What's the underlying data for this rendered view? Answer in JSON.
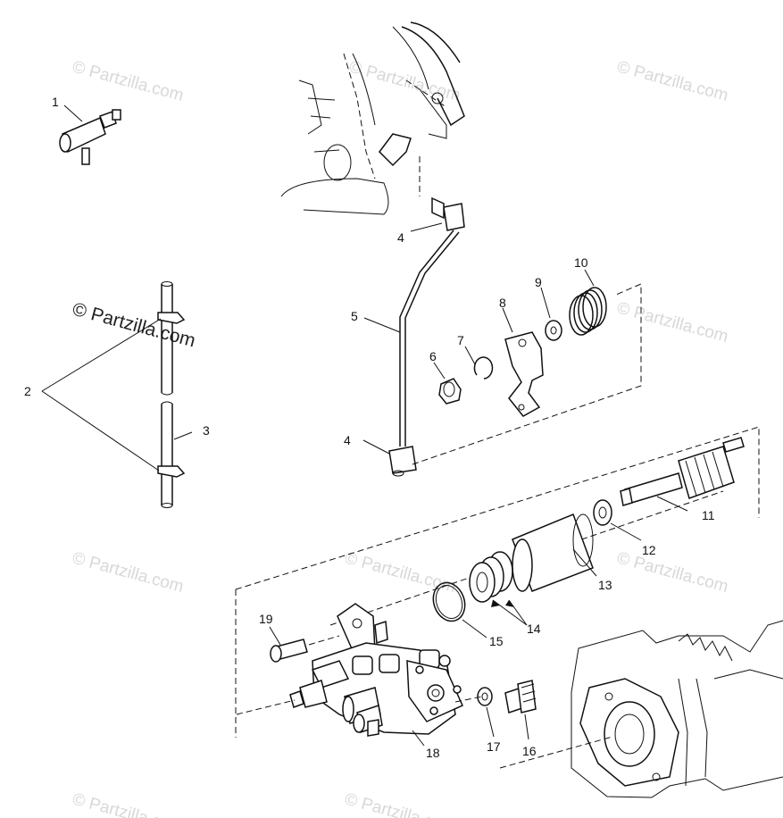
{
  "watermark": {
    "text": "© Partzilla.com"
  },
  "callouts": {
    "c1": "1",
    "c2": "2",
    "c3": "3",
    "c4a": "4",
    "c4b": "4",
    "c5": "5",
    "c6": "6",
    "c7": "7",
    "c8": "8",
    "c9": "9",
    "c10": "10",
    "c11": "11",
    "c12": "12",
    "c13": "13",
    "c14": "14",
    "c15": "15",
    "c16": "16",
    "c17": "17",
    "c18": "18",
    "c19": "19"
  }
}
